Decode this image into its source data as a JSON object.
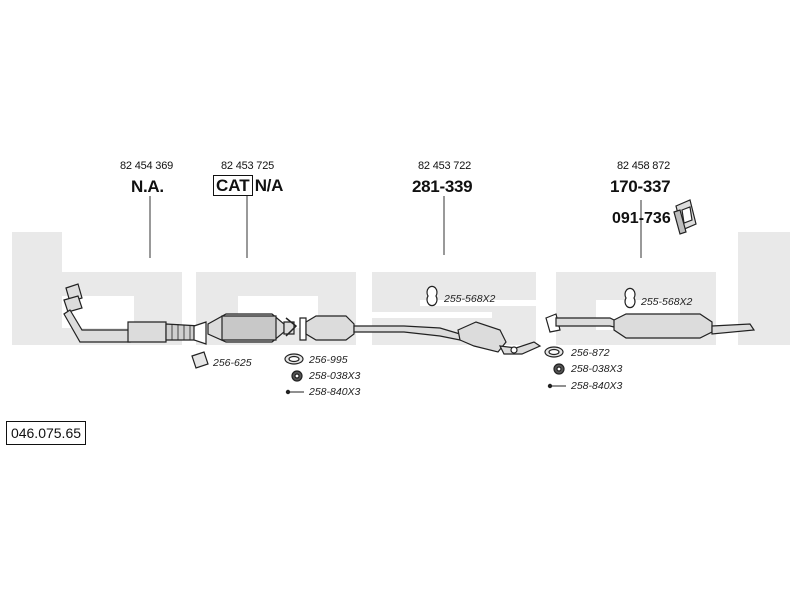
{
  "watermark": {
    "text": "bosal",
    "color": "#e9e9e9"
  },
  "diagram_number": "046.075.65",
  "sections": [
    {
      "oe_number": "82 454 369",
      "label": "N.A."
    },
    {
      "oe_number": "82 453 725",
      "cat_label": "CAT",
      "label": "N/A"
    },
    {
      "oe_number": "82 453 722",
      "label": "281-339"
    },
    {
      "oe_number": "82 458 872",
      "label": "170-337",
      "extra": "091-736"
    }
  ],
  "fittings": {
    "f1": "256-625",
    "f2": "256-995",
    "f3": "258-038X3",
    "f4": "258-840X3",
    "f5": "255-568X2",
    "f6": "255-568X2",
    "f7": "256-872",
    "f8": "258-038X3",
    "f9": "258-840X3"
  },
  "colors": {
    "line": "#333333",
    "part_fill": "#dcdcdc",
    "part_stroke": "#222222"
  }
}
